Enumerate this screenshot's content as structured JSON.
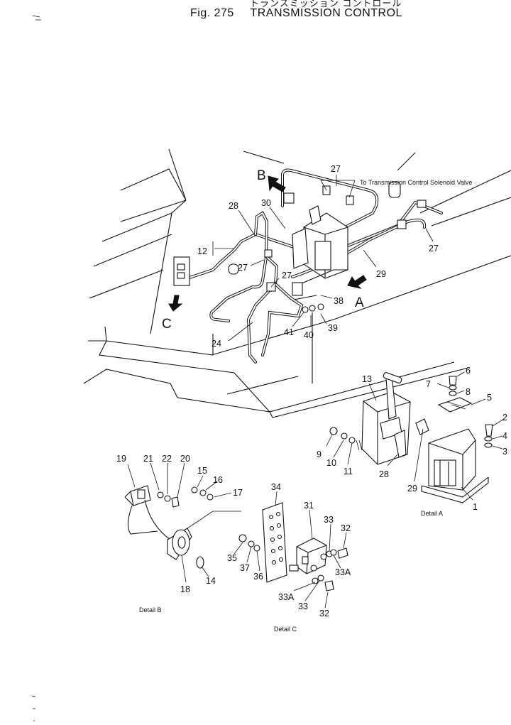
{
  "header": {
    "title_jp": "トランスミッション コントロール",
    "figure": "Fig. 275",
    "title": "TRANSMISSION CONTROL"
  },
  "main_view": {
    "view_arrows": [
      "A",
      "B",
      "C"
    ],
    "note": "To Transmission  Control Solenoid Valve",
    "callouts": [
      "27",
      "28",
      "30",
      "12",
      "27",
      "27",
      "27",
      "29",
      "38",
      "41",
      "40",
      "39",
      "24"
    ]
  },
  "detail_a": {
    "label": "Detail A",
    "callouts": [
      "13",
      "6",
      "7",
      "8",
      "5",
      "2",
      "4",
      "3",
      "9",
      "10",
      "11",
      "28",
      "29",
      "1"
    ]
  },
  "detail_b": {
    "label": "Detail B",
    "callouts": [
      "19",
      "21",
      "22",
      "20",
      "15",
      "16",
      "17",
      "18",
      "14"
    ]
  },
  "detail_c": {
    "label": "Detail C",
    "callouts": [
      "34",
      "31",
      "33",
      "32",
      "35",
      "37",
      "36",
      "33A",
      "33A",
      "33",
      "32"
    ]
  },
  "colors": {
    "ink": "#111111",
    "paper": "#ffffff"
  }
}
